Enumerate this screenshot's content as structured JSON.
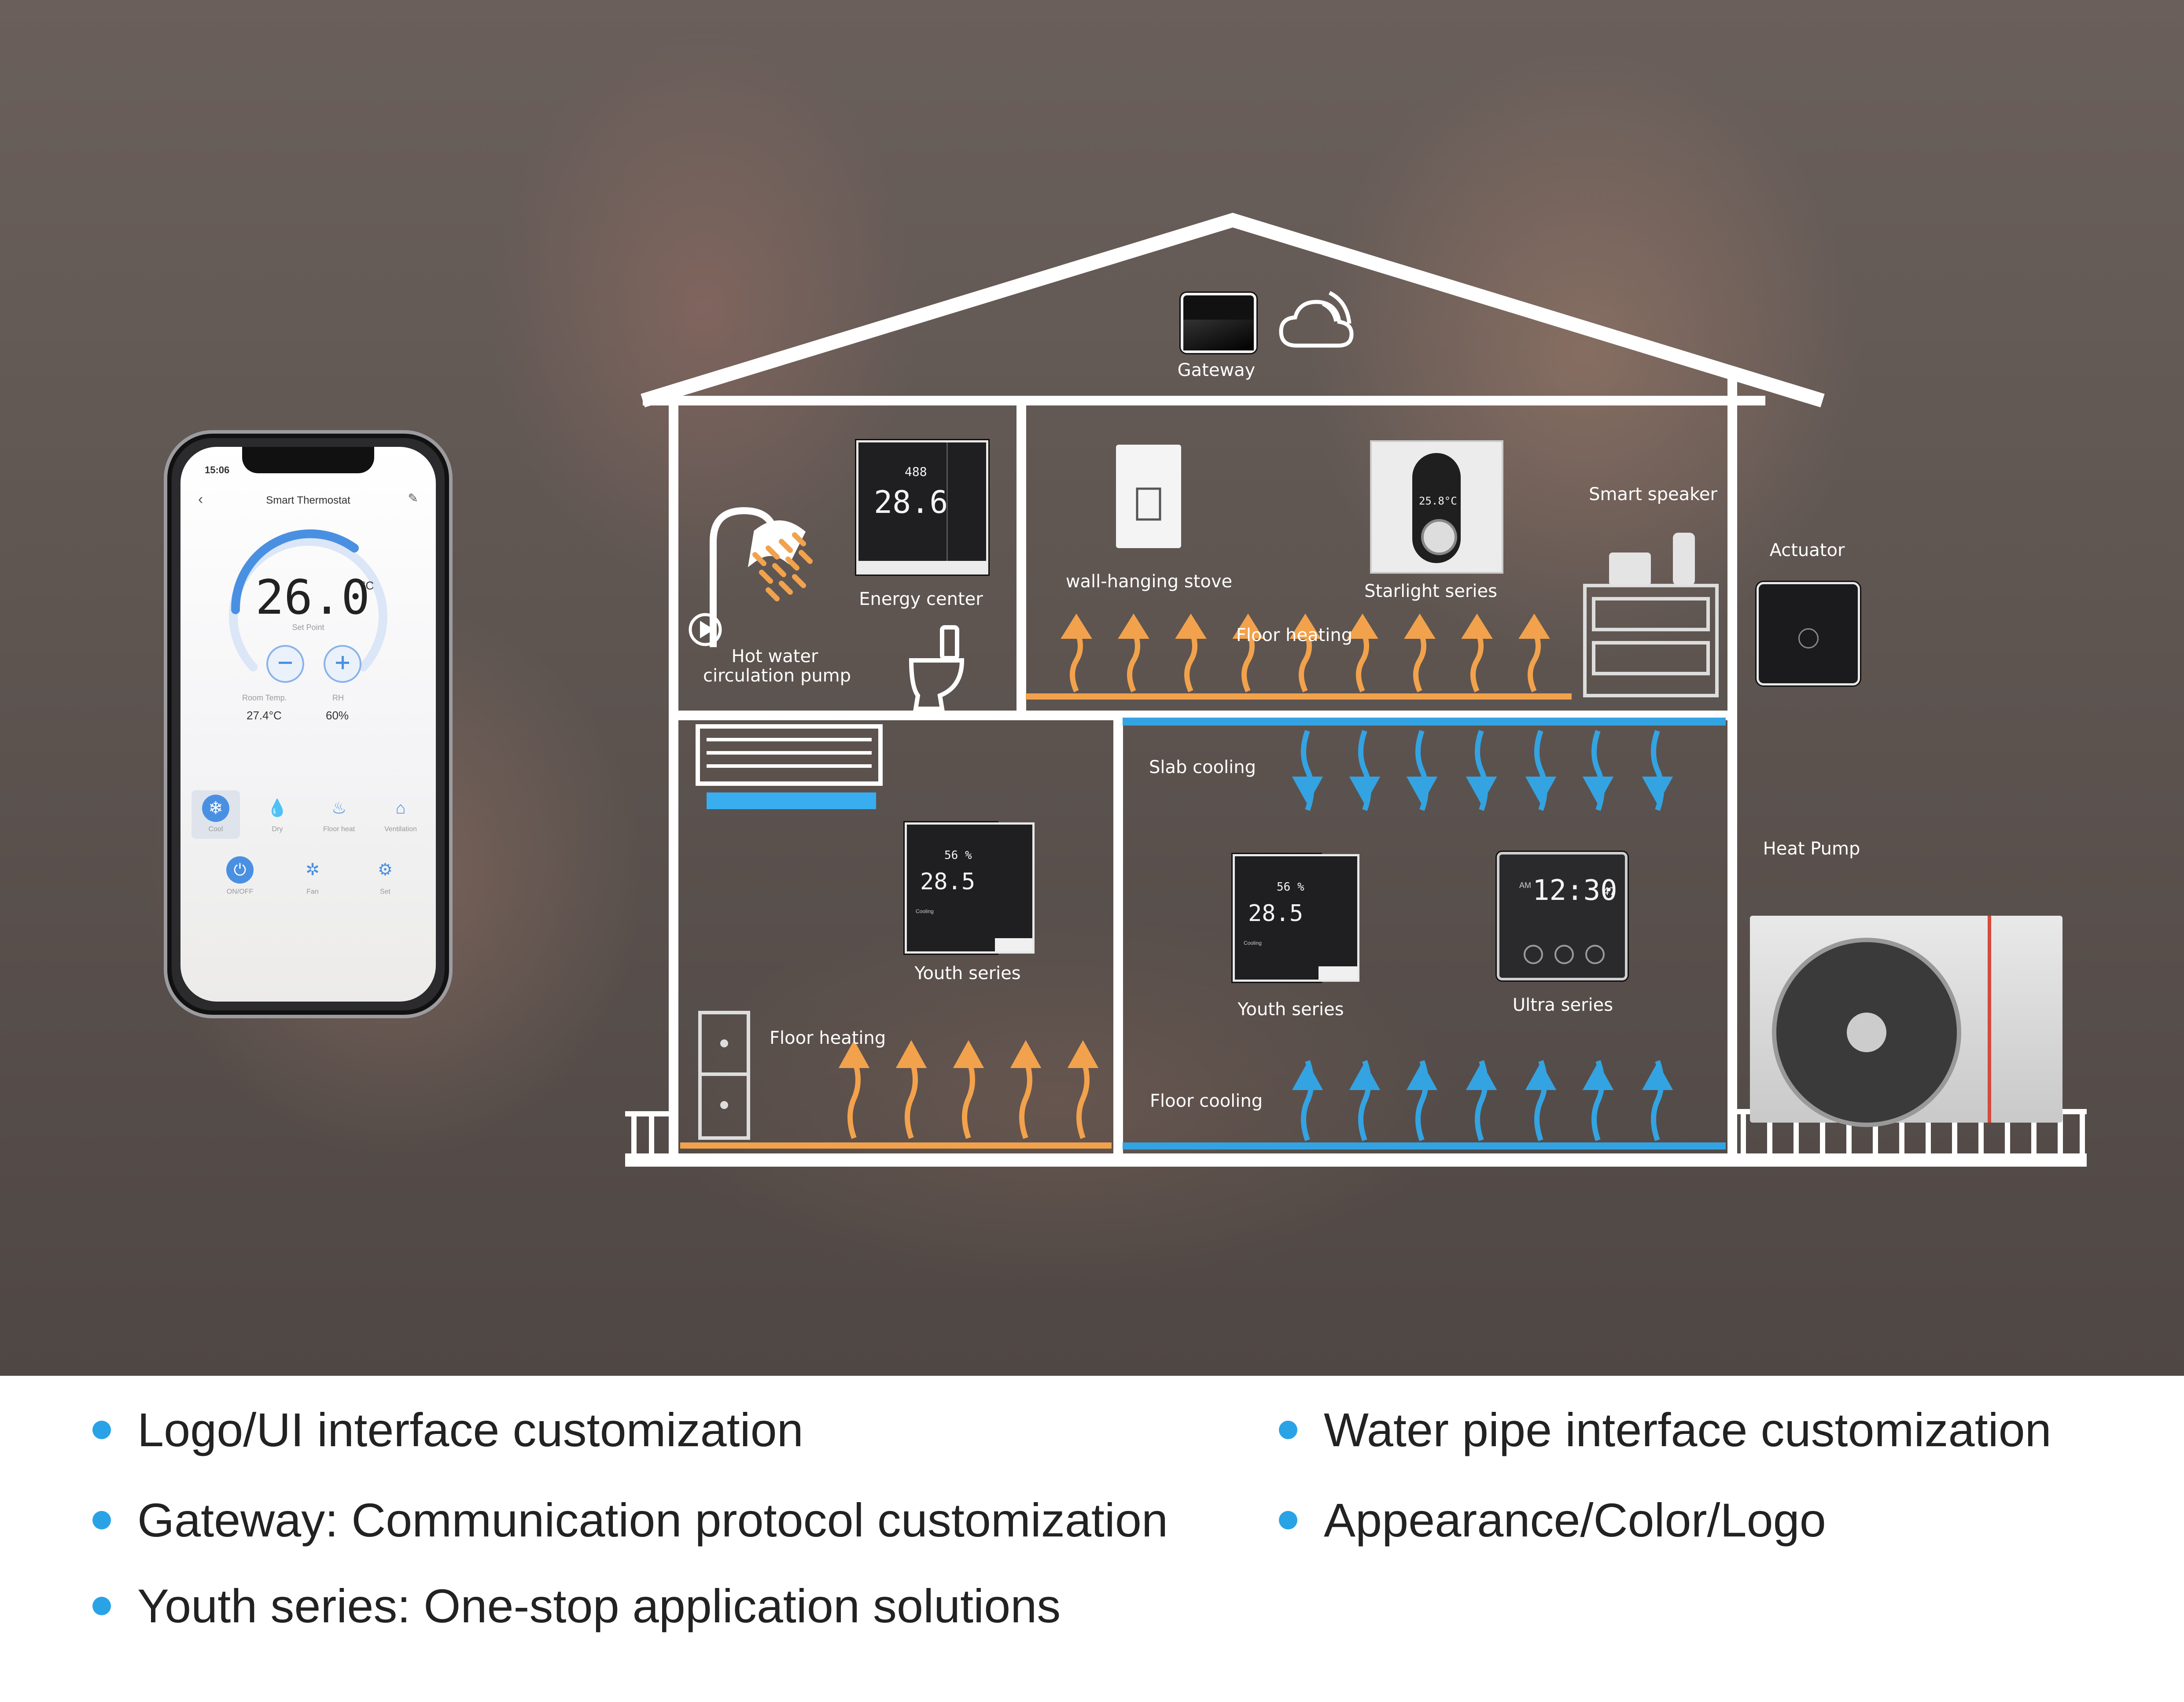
{
  "colors": {
    "warm_arrow": "#f2a24c",
    "cool_arrow": "#34a3e2",
    "bullet": "#2aa3e6",
    "house_line": "#ffffff",
    "phone_accent": "#4a90e2"
  },
  "labels": {
    "gateway": "Gateway",
    "energy_center": "Energy center",
    "wall_hanging_stove": "wall-hanging stove",
    "starlight_series": "Starlight series",
    "smart_speaker": "Smart speaker",
    "actuator": "Actuator",
    "hot_water_line1": "Hot water",
    "hot_water_line2": "circulation pump",
    "floor_heating_upper": "Floor heating",
    "slab_cooling": "Slab cooling",
    "youth_series_left": "Youth series",
    "youth_series_right": "Youth series",
    "ultra_series": "Ultra series",
    "heat_pump": "Heat Pump",
    "floor_heating_lower": "Floor heating",
    "floor_cooling": "Floor cooling"
  },
  "displays": {
    "energy_center_temp": "28.6",
    "energy_center_small": "488",
    "youth_left_temp": "28.5",
    "youth_left_humidity": "56 %",
    "youth_left_mode": "Cooling",
    "youth_right_temp": "28.5",
    "youth_right_humidity": "56 %",
    "youth_right_mode": "Cooling",
    "ultra_time": "12:30",
    "ultra_ampm": "AM",
    "ultra_seconds": "47",
    "starlight_temp": "25.8°C"
  },
  "phone": {
    "status_time": "15:06",
    "title": "Smart Thermostat",
    "set_temp": "26.0",
    "unit": "°C",
    "set_point_label": "Set Point",
    "room_temp_label": "Room Temp.",
    "room_temp_value": "27.4°C",
    "rh_label": "RH",
    "rh_value": "60%",
    "modes": [
      "Cool",
      "Dry",
      "Floor heat",
      "Ventilation"
    ],
    "actions": [
      "ON/OFF",
      "Fan",
      "Set"
    ]
  },
  "features": [
    "Logo/UI interface customization",
    "Water pipe interface customization",
    "Gateway: Communication protocol customization",
    "Appearance/Color/Logo",
    "Youth series: One-stop application solutions"
  ]
}
